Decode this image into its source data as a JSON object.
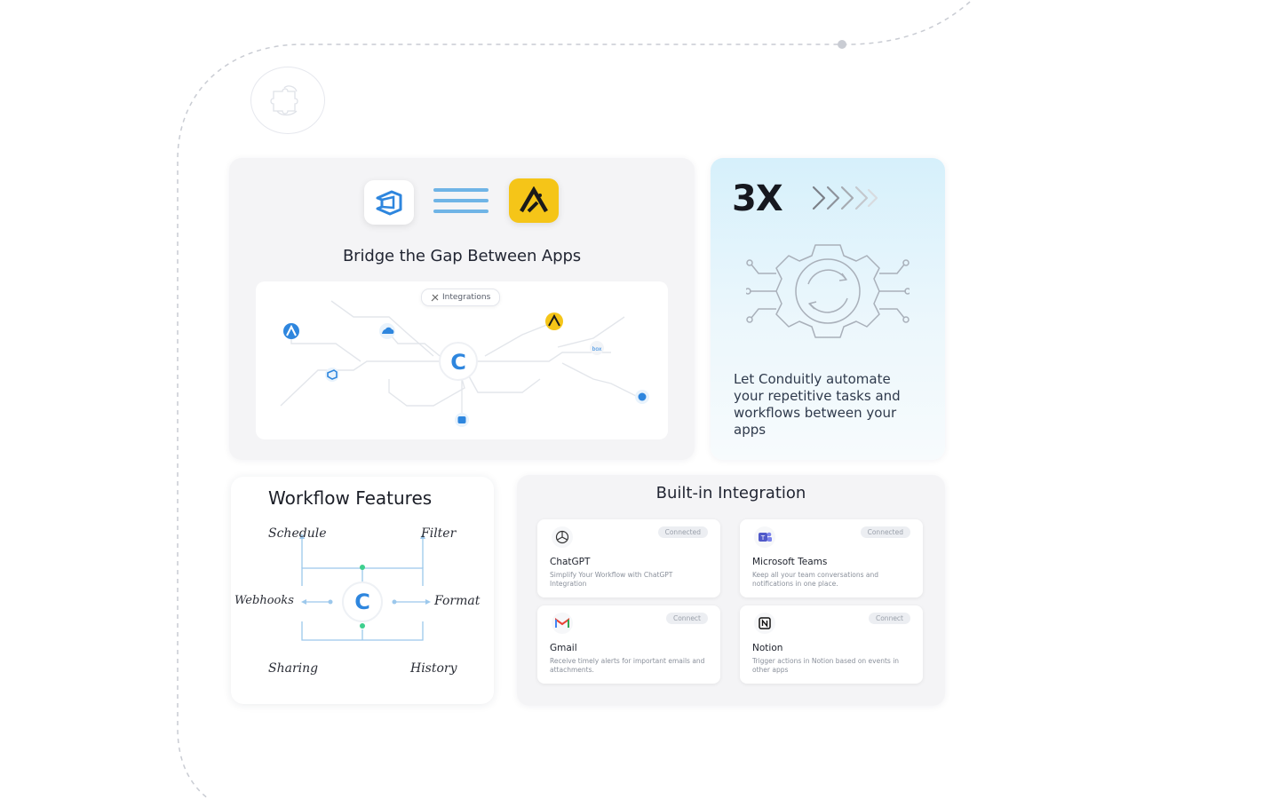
{
  "bridge": {
    "title": "Bridge the Gap Between Apps",
    "integrations_label": "Integrations",
    "center_logo_letter": "C",
    "tiles": [
      "azure-devops-icon",
      "yellow-app-icon"
    ]
  },
  "stat": {
    "big_text": "3X",
    "description": "Let Conduitly automate your repetitive tasks and workflows between your apps"
  },
  "workflow": {
    "title": "Workflow Features",
    "center_logo_letter": "C",
    "features": {
      "schedule": "Schedule",
      "filter": "Filter",
      "webhooks": "Webhooks",
      "format": "Format",
      "sharing": "Sharing",
      "history": "History"
    }
  },
  "builtin": {
    "title": "Built-in Integration",
    "items": [
      {
        "name": "ChatGPT",
        "status": "Connected",
        "description": "Simplify Your Workflow with ChatGPT Integration",
        "icon": "chatgpt-icon"
      },
      {
        "name": "Microsoft Teams",
        "status": "Connected",
        "description": "Keep all your team conversations and notifications in one place.",
        "icon": "teams-icon"
      },
      {
        "name": "Gmail",
        "status": "Connect",
        "description": "Receive timely alerts for important emails and attachments.",
        "icon": "gmail-icon"
      },
      {
        "name": "Notion",
        "status": "Connect",
        "description": "Trigger actions in Notion based on events in other apps",
        "icon": "notion-icon"
      }
    ]
  },
  "colors": {
    "accent_blue": "#2e86de",
    "yellow": "#f5c518",
    "stat_gradient_top": "#d6f0fb"
  }
}
